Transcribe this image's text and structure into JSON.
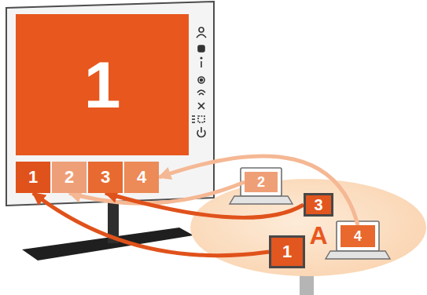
{
  "diagram": {
    "nodes": [
      {
        "text": [
          "1"
        ]
      },
      {
        "text": [
          "1"
        ]
      },
      {
        "text": [
          "2"
        ]
      },
      {
        "text": [
          "3"
        ]
      },
      {
        "text": [
          "4"
        ]
      },
      {
        "text": [
          "A"
        ]
      },
      {
        "text": [
          "2"
        ],
        "in": 5
      },
      {
        "text": [
          "3"
        ],
        "in": 5
      },
      {
        "text": [
          "1"
        ],
        "in": 5
      },
      {
        "text": [
          "4"
        ],
        "in": 5
      }
    ],
    "edges": [
      {
        "from": 8,
        "to": 1,
        "arrow": "to"
      },
      {
        "from": 6,
        "to": 2,
        "arrow": "to"
      },
      {
        "from": 7,
        "to": 3,
        "arrow": "to"
      },
      {
        "from": 9,
        "to": 4,
        "arrow": "to"
      }
    ]
  }
}
